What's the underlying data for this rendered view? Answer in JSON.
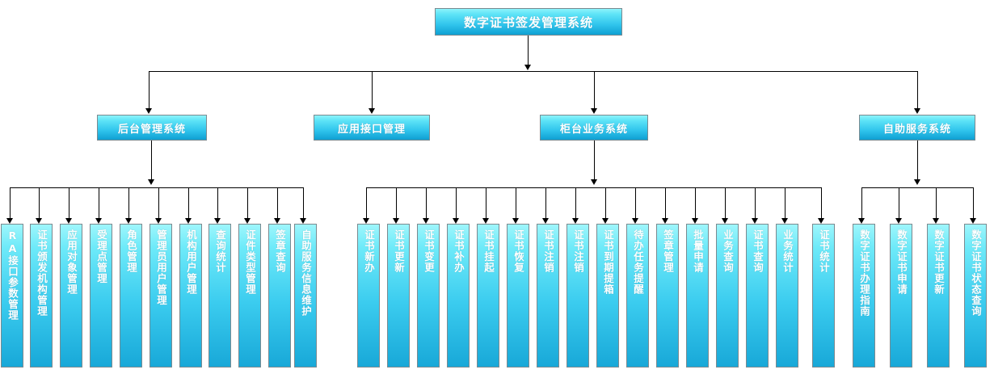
{
  "diagram": {
    "type": "org-tree",
    "title": "数字证书签发管理系统",
    "root": {
      "label": "数字证书签发管理系统"
    },
    "level2": [
      {
        "label": "后台管理系统"
      },
      {
        "label": "应用接口管理"
      },
      {
        "label": "柜台业务系统"
      },
      {
        "label": "自助服务系统"
      }
    ],
    "groups": [
      {
        "parent": "后台管理系统",
        "leaves": [
          {
            "label": "RA接口参数管理"
          },
          {
            "label": "证书颁发机构管理"
          },
          {
            "label": "应用对象管理"
          },
          {
            "label": "受理点管理"
          },
          {
            "label": "角色管理"
          },
          {
            "label": "管理员用户管理"
          },
          {
            "label": "机构用户管理"
          },
          {
            "label": "查询统计"
          },
          {
            "label": "证件类型管理"
          },
          {
            "label": "签章查询"
          },
          {
            "label": "自助服务信息维护"
          }
        ]
      },
      {
        "parent": "应用接口管理",
        "leaves": []
      },
      {
        "parent": "柜台业务系统",
        "leaves": [
          {
            "label": "证书新办"
          },
          {
            "label": "证书更新"
          },
          {
            "label": "证书变更"
          },
          {
            "label": "证书补办"
          },
          {
            "label": "证书挂起"
          },
          {
            "label": "证书恢复"
          },
          {
            "label": "证书注销"
          },
          {
            "label": "证书注销"
          },
          {
            "label": "证书到期提箱"
          },
          {
            "label": "待办任务提醒"
          },
          {
            "label": "签章管理"
          },
          {
            "label": "批量申请"
          },
          {
            "label": "业务查询"
          },
          {
            "label": "证书查询"
          },
          {
            "label": "业务统计"
          },
          {
            "label": "证书统计"
          }
        ]
      },
      {
        "parent": "自助服务系统",
        "leaves": [
          {
            "label": "数字证书办理指南"
          },
          {
            "label": "数字证书申请"
          },
          {
            "label": "数字证书更新"
          },
          {
            "label": "数字证书状态查询"
          }
        ]
      }
    ],
    "colors": {
      "box_top": "#8df3fb",
      "box_bottom": "#15a6d6",
      "box_border": "#7a8a90",
      "text": "#ffffff",
      "connector": "#000000",
      "background": "#ffffff"
    }
  }
}
